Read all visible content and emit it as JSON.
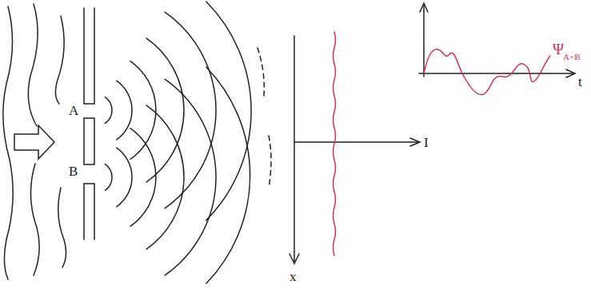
{
  "diagram": {
    "labels": [
      "A",
      "B",
      "I",
      "x",
      "t",
      "Ψ",
      "A+B"
    ]
  }
}
